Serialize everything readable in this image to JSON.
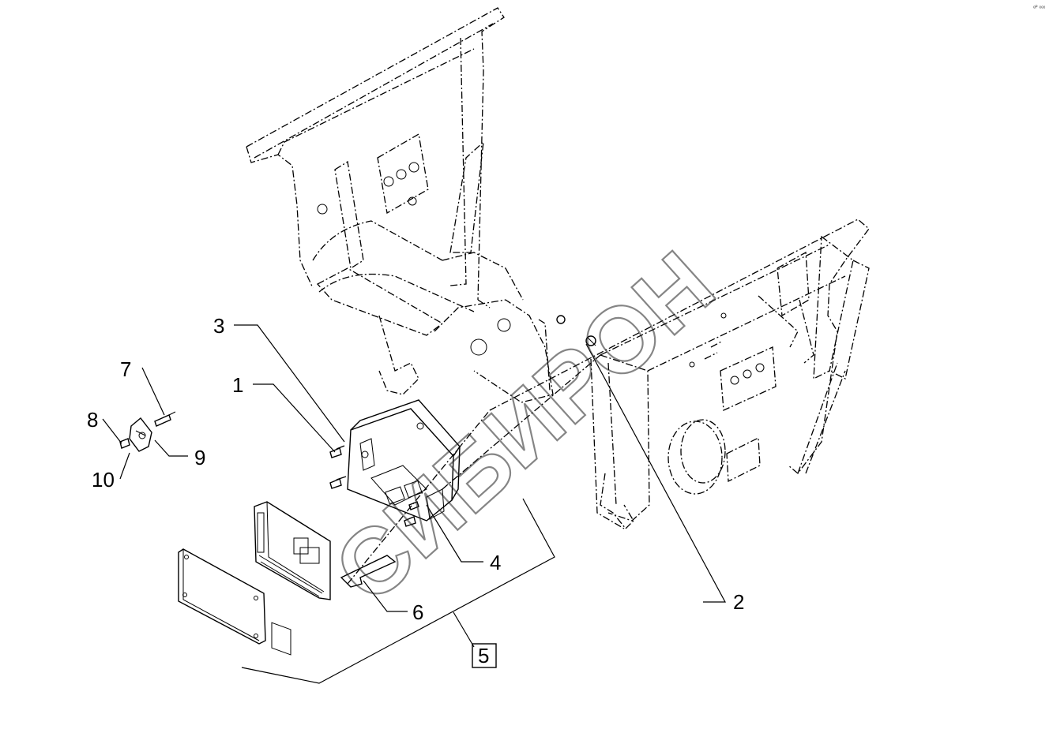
{
  "corner_mark": "ᵉᴾ ᵉᵉᵉ",
  "watermark": "СИБИРОН",
  "callouts": [
    {
      "id": "c1",
      "label": "1"
    },
    {
      "id": "c2",
      "label": "2"
    },
    {
      "id": "c3",
      "label": "3"
    },
    {
      "id": "c4",
      "label": "4"
    },
    {
      "id": "c5",
      "label": "5",
      "boxed": true
    },
    {
      "id": "c6",
      "label": "6"
    },
    {
      "id": "c7",
      "label": "7"
    },
    {
      "id": "c8",
      "label": "8"
    },
    {
      "id": "c9",
      "label": "9"
    },
    {
      "id": "c10",
      "label": "10"
    }
  ]
}
